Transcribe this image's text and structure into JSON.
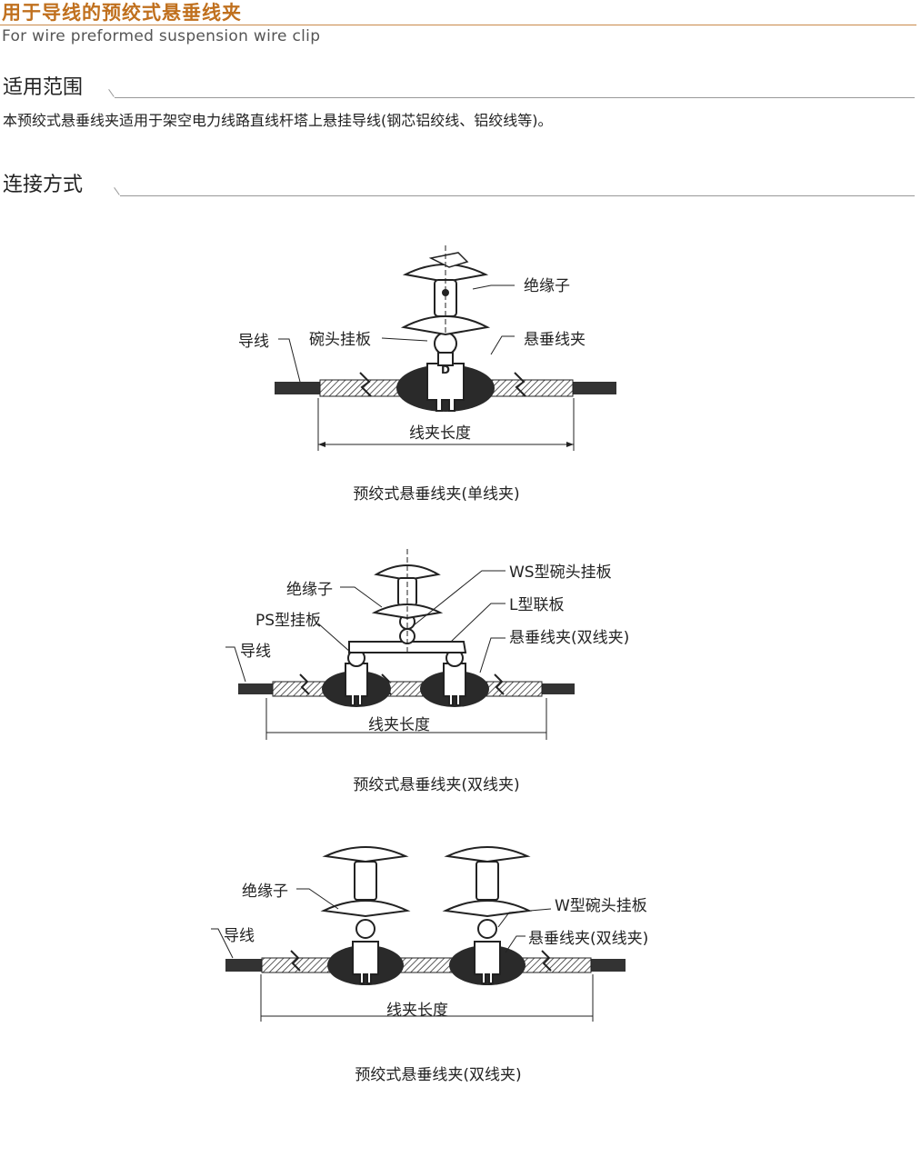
{
  "header": {
    "title": "用于导线的预绞式悬垂线夹",
    "subtitle": "For wire preformed suspension wire clip"
  },
  "scope": {
    "heading": "适用范围",
    "text": "本预绞式悬垂线夹适用于架空电力线路直线杆塔上悬挂导线(钢芯铝绞线、铝绞线等)。"
  },
  "connection": {
    "heading": "连接方式"
  },
  "figures": [
    {
      "caption": "预绞式悬垂线夹(单线夹)",
      "labels": {
        "insulator": "绝缘子",
        "wire": "导线",
        "socket_plate": "碗头挂板",
        "clamp": "悬垂线夹",
        "length": "线夹长度"
      }
    },
    {
      "caption": "预绞式悬垂线夹(双线夹)",
      "labels": {
        "ws_plate": "WS型碗头挂板",
        "insulator": "绝缘子",
        "l_plate": "L型联板",
        "ps_plate": "PS型挂板",
        "clamp": "悬垂线夹(双线夹)",
        "wire": "导线",
        "length": "线夹长度"
      }
    },
    {
      "caption": "预绞式悬垂线夹(双线夹)",
      "labels": {
        "insulator": "绝缘子",
        "w_plate": "W型碗头挂板",
        "wire": "导线",
        "clamp": "悬垂线夹(双线夹)",
        "length": "线夹长度"
      }
    }
  ]
}
